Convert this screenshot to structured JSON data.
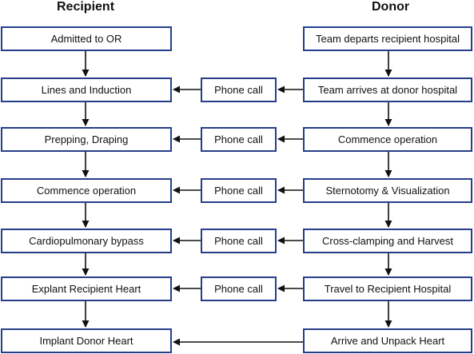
{
  "headings": {
    "recipient": "Recipient",
    "donor": "Donor"
  },
  "recipient_steps": [
    "Admitted to OR",
    "Lines and Induction",
    "Prepping, Draping",
    "Commence operation",
    "Cardiopulmonary bypass",
    "Explant Recipient Heart",
    "Implant Donor Heart"
  ],
  "donor_steps": [
    "Team departs recipient hospital",
    "Team arrives at donor hospital",
    "Commence operation",
    "Sternotomy & Visualization",
    "Cross-clamping and Harvest",
    "Travel to Recipient Hospital",
    "Arrive and Unpack Heart"
  ],
  "phone_calls": [
    "Phone call",
    "Phone call",
    "Phone call",
    "Phone call",
    "Phone call"
  ],
  "colors": {
    "box_border": "#263e8a",
    "arrow": "#111111",
    "text": "#111111"
  }
}
